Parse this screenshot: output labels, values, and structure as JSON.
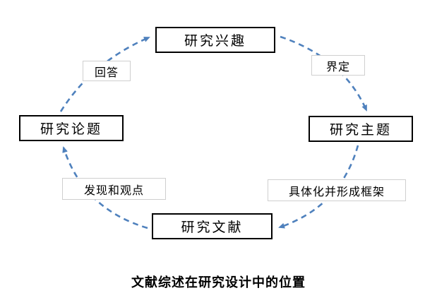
{
  "diagram": {
    "caption": "文献综述在研究设计中的位置",
    "arrow_color": "#4f81bd",
    "nodes": [
      {
        "id": "research-interest",
        "label": "研究兴趣"
      },
      {
        "id": "research-topic",
        "label": "研究主题"
      },
      {
        "id": "research-literature",
        "label": "研究文献"
      },
      {
        "id": "research-thesis",
        "label": "研究论题"
      }
    ],
    "edges": [
      {
        "from": "research-interest",
        "to": "research-topic",
        "label": "界定"
      },
      {
        "from": "research-topic",
        "to": "research-literature",
        "label": "具体化并形成框架"
      },
      {
        "from": "research-literature",
        "to": "research-thesis",
        "label": "发现和观点"
      },
      {
        "from": "research-thesis",
        "to": "research-interest",
        "label": "回答"
      }
    ]
  }
}
